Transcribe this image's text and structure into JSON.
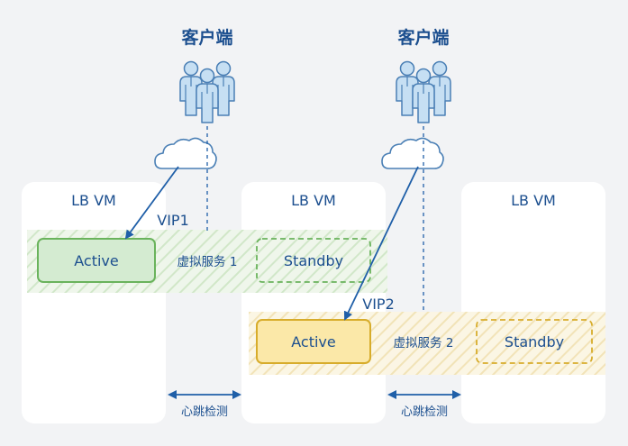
{
  "clients": [
    {
      "label": "客户端"
    },
    {
      "label": "客户端"
    }
  ],
  "vms": [
    {
      "label": "LB VM"
    },
    {
      "label": "LB VM"
    },
    {
      "label": "LB VM"
    }
  ],
  "services": [
    {
      "vip": "VIP1",
      "label": "虚拟服务 1",
      "active": "Active",
      "standby": "Standby"
    },
    {
      "vip": "VIP2",
      "label": "虚拟服务 2",
      "active": "Active",
      "standby": "Standby"
    }
  ],
  "heartbeats": [
    {
      "label": "心跳检测"
    },
    {
      "label": "心跳检测"
    }
  ],
  "colors": {
    "background": "#f2f3f5",
    "vm_card": "#ffffff",
    "blue_text": "#1c4f8f",
    "arrow": "#1f5fa8",
    "icon_fill": "#c6dff3",
    "icon_stroke": "#4a7fb5",
    "service1_stripe": "#d9ecd3",
    "service2_stripe": "#f7ebc8",
    "active1_fill": "#d4ebd1",
    "active1_stroke": "#6ab35c",
    "standby1_stroke": "#6ab35c",
    "active2_fill": "#fbe8a8",
    "active2_stroke": "#d7ac2b",
    "standby2_stroke": "#d7ac2b"
  }
}
